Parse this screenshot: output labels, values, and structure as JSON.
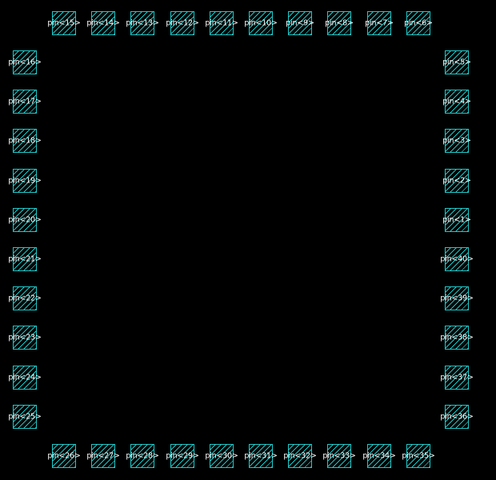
{
  "colors": {
    "background": "#000000",
    "pin_outline": "#1fc8c8",
    "pin_hatch": "#1fc8c8",
    "label_text": "#ffffff"
  },
  "pins": {
    "top": [
      "pin<15>",
      "pin<14>",
      "pin<13>",
      "pin<12>",
      "pin<11>",
      "pin<10>",
      "pin<9>",
      "pin<8>",
      "pin<7>",
      "pin<6>"
    ],
    "left": [
      "pin<16>",
      "pin<17>",
      "pin<18>",
      "pin<19>",
      "pin<20>",
      "pin<21>",
      "pin<22>",
      "pin<23>",
      "pin<24>",
      "pin<25>"
    ],
    "right": [
      "pin<5>",
      "pin<4>",
      "pin<3>",
      "pin<2>",
      "pin<1>",
      "pin<40>",
      "pin<39>",
      "pin<38>",
      "pin<37>",
      "pin<36>"
    ],
    "bottom": [
      "pin<26>",
      "pin<27>",
      "pin<28>",
      "pin<29>",
      "pin<30>",
      "pin<31>",
      "pin<32>",
      "pin<33>",
      "pin<34>",
      "pin<35>"
    ]
  }
}
